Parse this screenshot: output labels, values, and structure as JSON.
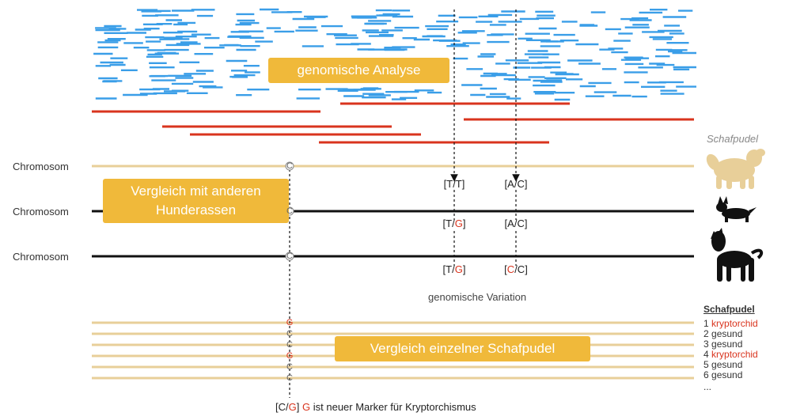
{
  "colors": {
    "read_blue": "#3a9ee8",
    "read_red": "#d9341e",
    "tan_line": "#e8cf99",
    "black_line": "#111111",
    "callout_bg": "#f0b93a",
    "accent_red": "#d9341e"
  },
  "callouts": {
    "analysis": "genomische Analyse",
    "compare_breeds_1": "Vergleich mit anderen",
    "compare_breeds_2": "Hunderassen",
    "compare_individuals": "Vergleich einzelner Schafpudel"
  },
  "chromosomes": [
    {
      "label": "Chromosom"
    },
    {
      "label": "Chromosom"
    },
    {
      "label": "Chromosom"
    }
  ],
  "genotypes": {
    "row1_a": {
      "open": "[T/T]"
    },
    "row1_b": {
      "open": "[A/C]"
    },
    "row2_a": {
      "open": "[T/",
      "red": "G",
      "close": "]"
    },
    "row2_b": {
      "open": "[A/C]"
    },
    "row3_a": {
      "open": "[T/",
      "red": "G",
      "close": "]"
    },
    "row3_b": {
      "open": "[",
      "red": "C",
      "close": "/C]"
    }
  },
  "marker_bases": [
    "C",
    "C",
    "C"
  ],
  "variation_label": "genomische Variation",
  "breed_label": "Schafpudel",
  "individual_bases": [
    "G",
    "C",
    "C",
    "G",
    "C",
    "C"
  ],
  "individuals": {
    "title": "Schafpudel",
    "items": [
      {
        "num": "1",
        "status": "kryptorchid",
        "flag": true
      },
      {
        "num": "2",
        "status": "gesund",
        "flag": false
      },
      {
        "num": "3",
        "status": "gesund",
        "flag": false
      },
      {
        "num": "4",
        "status": "kryptorchid",
        "flag": true
      },
      {
        "num": "5",
        "status": "gesund",
        "flag": false
      },
      {
        "num": "6",
        "status": "gesund",
        "flag": false
      }
    ],
    "more": "..."
  },
  "conclusion": {
    "open": "[C/",
    "red1": "G",
    "close": "]",
    "red2": "G",
    "rest": "ist neuer Marker für Kryptorchismus"
  },
  "dog_icons": [
    "sheepdog-icon",
    "corgi-icon",
    "basenji-icon"
  ]
}
